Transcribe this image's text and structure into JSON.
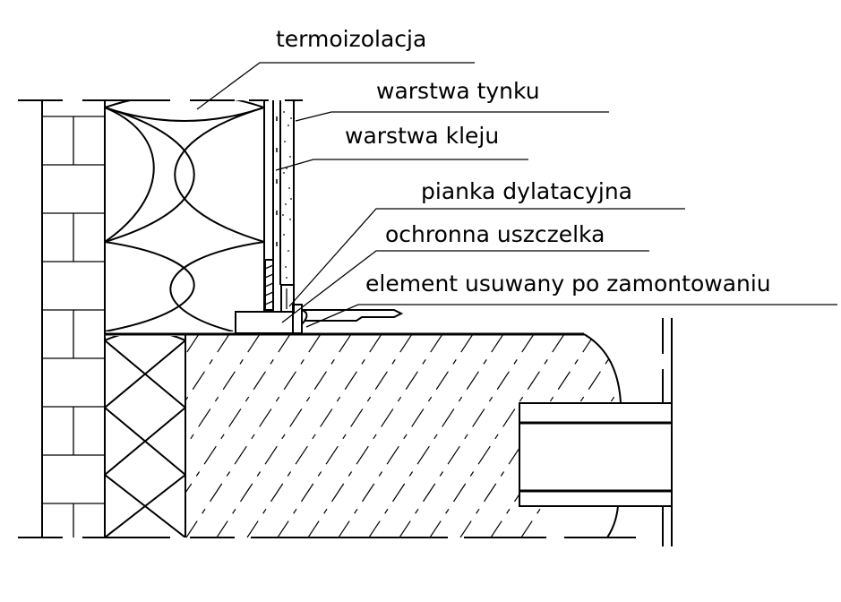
{
  "labels": {
    "termoizolacja": "termoizolacja",
    "warstwa_tynku": "warstwa tynku",
    "warstwa_kleju": "warstwa kleju",
    "pianka": "pianka dylatacyjna",
    "uszczelka": "ochronna uszczelka",
    "element": "element usuwany po zamontowaniu"
  }
}
